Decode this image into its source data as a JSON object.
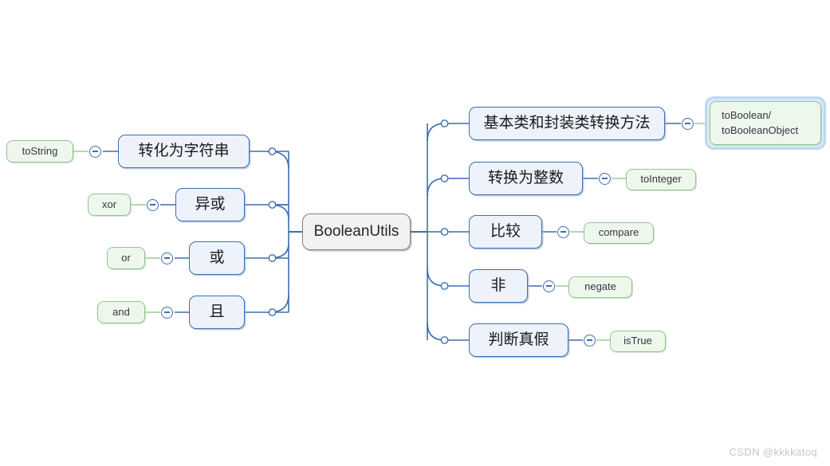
{
  "diagram": {
    "type": "mind-map",
    "background": "#ffffff",
    "root": {
      "label": "BooleanUtils",
      "fill": "#f2f2f2",
      "border": "#808080"
    },
    "colors": {
      "branch_fill": "#edf2fb",
      "branch_border": "#3d6fb0",
      "leaf_fill": "#eef7ec",
      "leaf_border": "#93c393",
      "connector_blue": "#3d6fb0",
      "connector_green": "#a9d3a9",
      "selection": "#bcd9f2"
    },
    "left_branches": [
      {
        "label": "转化为字符串",
        "leaf": "toString",
        "collapsed": false,
        "selected": false
      },
      {
        "label": "异或",
        "leaf": "xor",
        "collapsed": false,
        "selected": false
      },
      {
        "label": "或",
        "leaf": "or",
        "collapsed": false,
        "selected": false
      },
      {
        "label": "且",
        "leaf": "and",
        "collapsed": false,
        "selected": false
      }
    ],
    "right_branches": [
      {
        "label": "基本类和封装类转换方法",
        "leaf": "toBoolean/\ntoBooleanObject",
        "collapsed": false,
        "selected": true
      },
      {
        "label": "转换为整数",
        "leaf": "toInteger",
        "collapsed": false,
        "selected": false
      },
      {
        "label": "比较",
        "leaf": "compare",
        "collapsed": false,
        "selected": false
      },
      {
        "label": "非",
        "leaf": "negate",
        "collapsed": false,
        "selected": false
      },
      {
        "label": "判断真假",
        "leaf": "isTrue",
        "collapsed": false,
        "selected": false
      }
    ]
  },
  "watermark": {
    "text": "CSDN @kkkkatoq"
  }
}
